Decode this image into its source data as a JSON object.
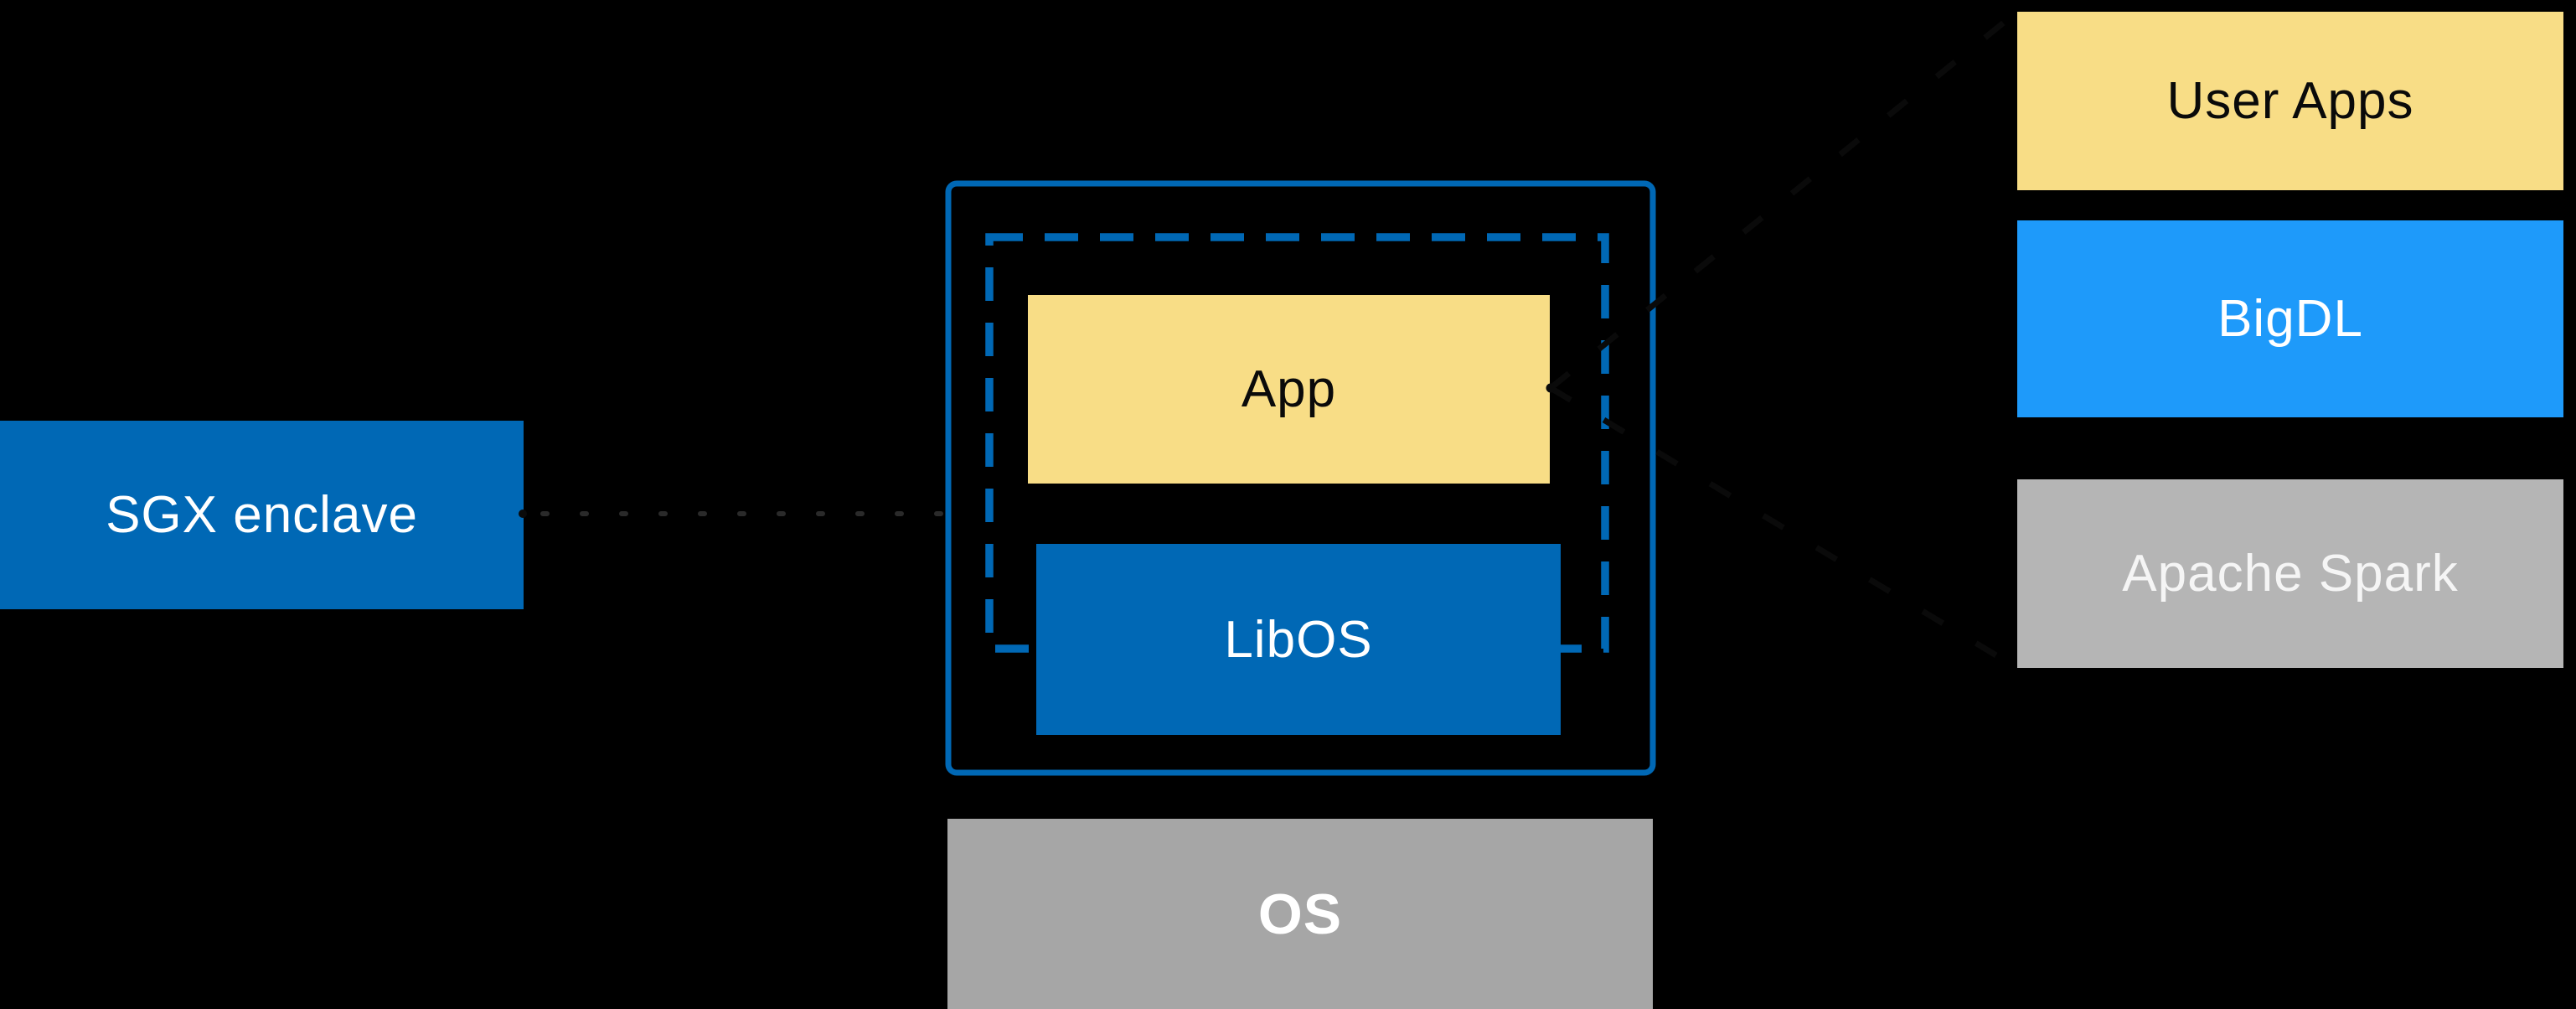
{
  "title": "SGX enclave LibOS architecture diagram",
  "colors": {
    "background": "#000000",
    "intel_blue": "#0068B5",
    "bright_blue": "#1E9AFA",
    "soft_yellow": "#F8DD86",
    "gray_os": "#A6A6A6",
    "gray_spark": "#B5B5B5",
    "text_dark": "#0A0A0A",
    "text_light": "#FFFFFF",
    "spark_text": "#F5F5F5",
    "annotation_black": "#0A0A0A",
    "faint_dot": "#2A2A2A"
  },
  "boxes": {
    "sgx_enclave": {
      "label": "SGX enclave"
    },
    "app": {
      "label": "App"
    },
    "libos": {
      "label": "LibOS"
    },
    "os": {
      "label": "OS"
    },
    "user_apps": {
      "label": "User Apps"
    },
    "bigdl": {
      "label": "BigDL"
    },
    "apache_spark": {
      "label": "Apache Spark"
    }
  },
  "connectors": {
    "sgx_leader": "dotted leader from SGX enclave label to enclave outline",
    "app_expansion_upper": "dashed ray from App toward User Apps stack",
    "app_expansion_lower": "dashed ray from App toward Apache Spark stack"
  }
}
